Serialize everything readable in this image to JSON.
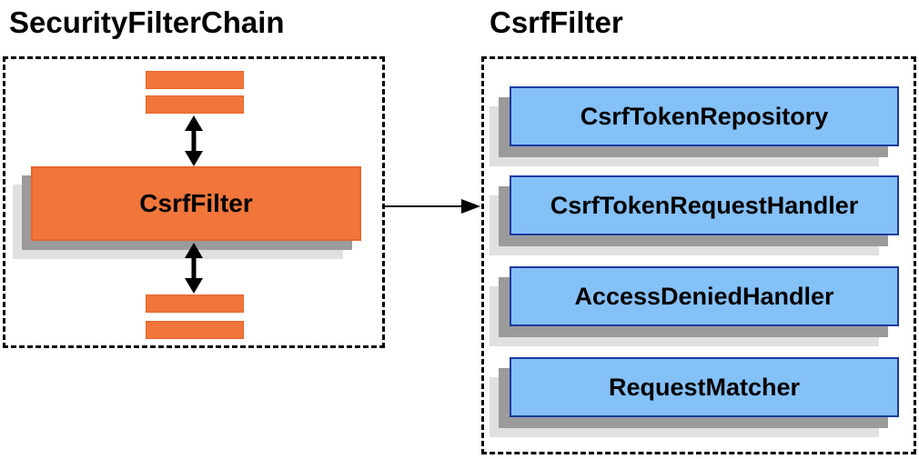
{
  "diagram": {
    "left_panel": {
      "title": "SecurityFilterChain",
      "filter_box_label": "CsrfFilter",
      "filter_stack_bars": 4
    },
    "right_panel": {
      "title": "CsrfFilter",
      "components": [
        "CsrfTokenRepository",
        "CsrfTokenRequestHandler",
        "AccessDeniedHandler",
        "RequestMatcher"
      ]
    },
    "icons": {
      "vertical_double_arrow": "up-down-arrow",
      "horizontal_arrow": "right-arrow"
    },
    "colors": {
      "orange_fill": "#F0763B",
      "orange_border": "#E8652C",
      "blue_fill": "#84C1F7",
      "blue_border": "#1B3AA0",
      "shadow_dark": "#9B9B9B",
      "shadow_light": "#E0E0E0",
      "dashed_border": "#000000",
      "text": "#000000",
      "background": "#FFFFFF"
    }
  }
}
